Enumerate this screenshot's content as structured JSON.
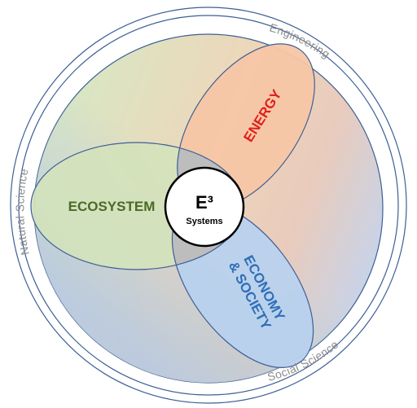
{
  "rings": {
    "top_right": "Engineering",
    "left": "Natural Science",
    "bottom_right": "Social Science"
  },
  "domains": {
    "energy": {
      "label": "ENERGY",
      "color": "#e0201b",
      "fill": "#f7c9a8"
    },
    "ecosystem": {
      "label": "ECOSYSTEM",
      "color": "#4a6a26",
      "fill": "#d5e3bd"
    },
    "economy": {
      "label_line1": "ECONOMY",
      "label_line2": "& SOCIETY",
      "color": "#2e6fb8",
      "fill": "#b9d2ee"
    }
  },
  "center": {
    "title": "E³",
    "subtitle": "Systems"
  },
  "colors": {
    "outline": "#3d5f96",
    "overlap": "#bdbdbd",
    "ring_text": "#8c8c8c"
  }
}
